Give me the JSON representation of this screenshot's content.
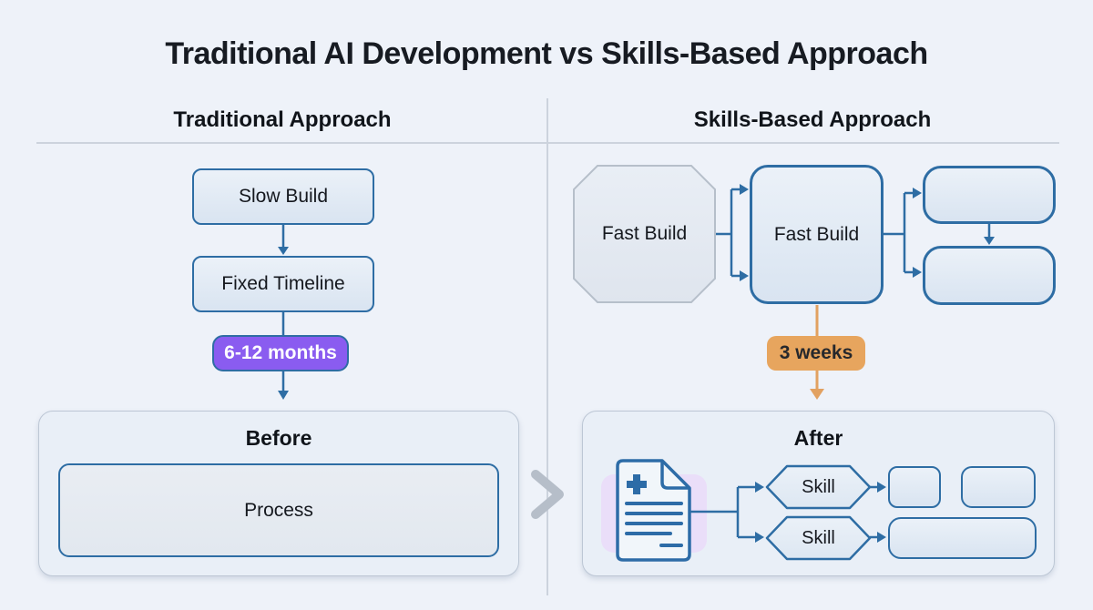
{
  "title": "Traditional AI Development vs Skills-Based Approach",
  "columns": {
    "left": {
      "header": "Traditional Approach",
      "flow": {
        "step1": "Slow Build",
        "step2": "Fixed Timeline",
        "duration": "6-12 months"
      },
      "panel": {
        "title": "Before",
        "process": "Process"
      }
    },
    "right": {
      "header": "Skills-Based Approach",
      "flow": {
        "source": "Fast Build",
        "builder": "Fast Build",
        "duration": "3 weeks"
      },
      "panel": {
        "title": "After",
        "skills": [
          {
            "label": "Skill"
          },
          {
            "label": "Skill"
          }
        ]
      }
    }
  },
  "colors": {
    "background": "#eef2f9",
    "node_border": "#2e6da4",
    "duration_traditional_badge": "#8a5cf0",
    "duration_skills_badge": "#e7a55e",
    "octagon_border": "#b6bfca",
    "panel_border": "#bdc7d5",
    "chevron": "#b6bec9",
    "document_accent": "#2d6ca7",
    "document_background": "#eadef9"
  },
  "icons": {
    "document": "document-with-plus-icon",
    "transition": "chevron-right-icon"
  }
}
